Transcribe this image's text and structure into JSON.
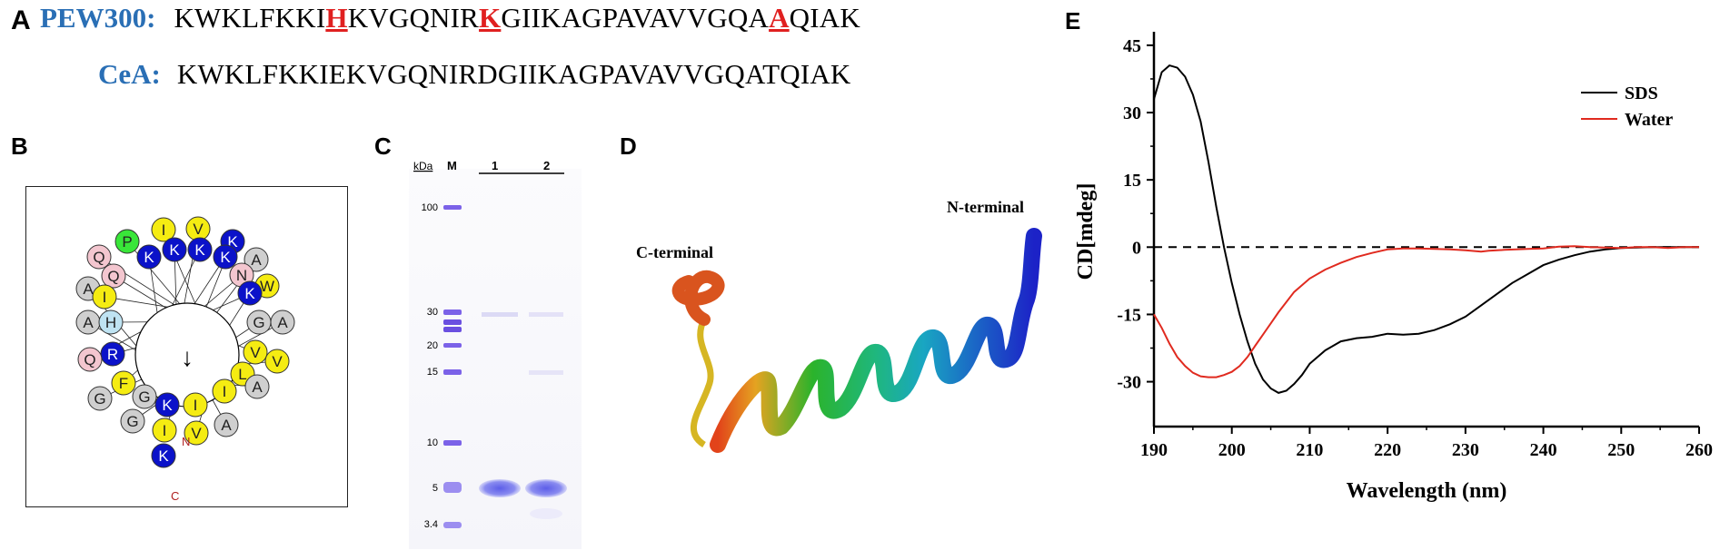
{
  "panelA": {
    "label": "A",
    "rows": [
      {
        "name": "PEW300:",
        "segments": [
          {
            "text": "KWKLFKKI",
            "mut": false
          },
          {
            "text": "H",
            "mut": true
          },
          {
            "text": "KVGQNIR",
            "mut": false
          },
          {
            "text": "K",
            "mut": true
          },
          {
            "text": "GIIKAGPAVAVVGQA",
            "mut": false
          },
          {
            "text": "A",
            "mut": true
          },
          {
            "text": "QIAK",
            "mut": false
          }
        ]
      },
      {
        "name": "CeA:",
        "segments": [
          {
            "text": "KWKLFKKIEKVGQNIRDGIIKAGPAVAVVGQATQIAK",
            "mut": false
          }
        ]
      }
    ]
  },
  "panelB": {
    "label": "B",
    "center_symbol": "↓",
    "n_marker": "N",
    "c_marker": "C",
    "residues": [
      {
        "aa": "P",
        "color": "#39e639"
      },
      {
        "aa": "I",
        "color": "#f5ec12"
      },
      {
        "aa": "V",
        "color": "#f5ec12"
      },
      {
        "aa": "K",
        "color": "#0b12c9"
      },
      {
        "aa": "Q",
        "color": "#f3c6cf"
      },
      {
        "aa": "K",
        "color": "#0b12c9"
      },
      {
        "aa": "K",
        "color": "#0b12c9"
      },
      {
        "aa": "K",
        "color": "#0b12c9"
      },
      {
        "aa": "K",
        "color": "#0b12c9"
      },
      {
        "aa": "A",
        "color": "#cfcfcf"
      },
      {
        "aa": "Q",
        "color": "#f3c6cf"
      },
      {
        "aa": "N",
        "color": "#f3c6cf"
      },
      {
        "aa": "A",
        "color": "#cfcfcf"
      },
      {
        "aa": "I",
        "color": "#f5ec12"
      },
      {
        "aa": "W",
        "color": "#f5ec12"
      },
      {
        "aa": "K",
        "color": "#0b12c9"
      },
      {
        "aa": "A",
        "color": "#cfcfcf"
      },
      {
        "aa": "H",
        "color": "#bfe3f2"
      },
      {
        "aa": "G",
        "color": "#cfcfcf"
      },
      {
        "aa": "A",
        "color": "#cfcfcf"
      },
      {
        "aa": "V",
        "color": "#f5ec12"
      },
      {
        "aa": "R",
        "color": "#0b12c9"
      },
      {
        "aa": "V",
        "color": "#f5ec12"
      },
      {
        "aa": "Q",
        "color": "#f3c6cf"
      },
      {
        "aa": "L",
        "color": "#f5ec12"
      },
      {
        "aa": "F",
        "color": "#f5ec12"
      },
      {
        "aa": "A",
        "color": "#cfcfcf"
      },
      {
        "aa": "I",
        "color": "#f5ec12"
      },
      {
        "aa": "G",
        "color": "#cfcfcf"
      },
      {
        "aa": "G",
        "color": "#cfcfcf"
      },
      {
        "aa": "K",
        "color": "#0b12c9"
      },
      {
        "aa": "I",
        "color": "#f5ec12"
      },
      {
        "aa": "G",
        "color": "#cfcfcf"
      },
      {
        "aa": "A",
        "color": "#cfcfcf"
      },
      {
        "aa": "I",
        "color": "#f5ec12"
      },
      {
        "aa": "V",
        "color": "#f5ec12"
      },
      {
        "aa": "K",
        "color": "#0b12c9"
      }
    ]
  },
  "panelC": {
    "label": "C",
    "header": {
      "unit": "kDa",
      "marker": "M",
      "lane1": "1",
      "lane2": "2"
    },
    "ladder": [
      "100",
      "30",
      "20",
      "15",
      "10",
      "5",
      "3.4"
    ]
  },
  "panelD": {
    "label": "D",
    "c_terminal": "C-terminal",
    "n_terminal": "N-terminal"
  },
  "panelE": {
    "label": "E",
    "chart_data": {
      "type": "line",
      "xlabel": "Wavelength (nm)",
      "ylabel": "CD[mdeg]",
      "xlim": [
        190,
        260
      ],
      "ylim": [
        -40,
        47
      ],
      "xticks": [
        190,
        200,
        210,
        220,
        230,
        240,
        250,
        260
      ],
      "yticks": [
        -30,
        -15,
        0,
        15,
        30,
        45
      ],
      "legend_position": "top-right",
      "zero_line": "dashed",
      "series": [
        {
          "name": "SDS",
          "color": "#000000",
          "points": [
            [
              190,
              33
            ],
            [
              191,
              39
            ],
            [
              192,
              40.5
            ],
            [
              193,
              40
            ],
            [
              194,
              38
            ],
            [
              195,
              34
            ],
            [
              196,
              28
            ],
            [
              197,
              19
            ],
            [
              198,
              9
            ],
            [
              199,
              0
            ],
            [
              200,
              -8
            ],
            [
              201,
              -15
            ],
            [
              202,
              -21
            ],
            [
              203,
              -26
            ],
            [
              204,
              -29.5
            ],
            [
              205,
              -31.5
            ],
            [
              206,
              -32.5
            ],
            [
              207,
              -32
            ],
            [
              208,
              -30.5
            ],
            [
              209,
              -28.5
            ],
            [
              210,
              -26
            ],
            [
              212,
              -23
            ],
            [
              214,
              -21
            ],
            [
              216,
              -20.3
            ],
            [
              218,
              -20
            ],
            [
              220,
              -19.3
            ],
            [
              222,
              -19.5
            ],
            [
              224,
              -19.3
            ],
            [
              226,
              -18.5
            ],
            [
              228,
              -17.2
            ],
            [
              230,
              -15.5
            ],
            [
              232,
              -13
            ],
            [
              234,
              -10.5
            ],
            [
              236,
              -8
            ],
            [
              238,
              -6
            ],
            [
              240,
              -4
            ],
            [
              242,
              -2.8
            ],
            [
              244,
              -1.8
            ],
            [
              246,
              -1
            ],
            [
              248,
              -0.5
            ],
            [
              250,
              -0.2
            ],
            [
              252,
              -0.1
            ],
            [
              254,
              0
            ],
            [
              256,
              0
            ],
            [
              258,
              0
            ],
            [
              260,
              0
            ]
          ]
        },
        {
          "name": "Water",
          "color": "#e02a1f",
          "points": [
            [
              190,
              -15
            ],
            [
              191,
              -18
            ],
            [
              192,
              -21.5
            ],
            [
              193,
              -24.5
            ],
            [
              194,
              -26.5
            ],
            [
              195,
              -28
            ],
            [
              196,
              -28.8
            ],
            [
              197,
              -29
            ],
            [
              198,
              -29
            ],
            [
              199,
              -28.5
            ],
            [
              200,
              -27.8
            ],
            [
              201,
              -26.5
            ],
            [
              202,
              -24.5
            ],
            [
              203,
              -22
            ],
            [
              204,
              -19.5
            ],
            [
              205,
              -17
            ],
            [
              206,
              -14.5
            ],
            [
              208,
              -10
            ],
            [
              210,
              -7
            ],
            [
              212,
              -5
            ],
            [
              214,
              -3.5
            ],
            [
              216,
              -2.2
            ],
            [
              218,
              -1.3
            ],
            [
              220,
              -0.5
            ],
            [
              222,
              -0.3
            ],
            [
              224,
              -0.3
            ],
            [
              226,
              -0.4
            ],
            [
              228,
              -0.5
            ],
            [
              230,
              -0.7
            ],
            [
              232,
              -1
            ],
            [
              233,
              -0.8
            ],
            [
              235,
              -0.6
            ],
            [
              238,
              -0.4
            ],
            [
              240,
              -0.3
            ],
            [
              242,
              0.1
            ],
            [
              244,
              0.2
            ],
            [
              246,
              0
            ],
            [
              248,
              -0.1
            ],
            [
              250,
              -0.2
            ],
            [
              252,
              0
            ],
            [
              254,
              0
            ],
            [
              256,
              -0.2
            ],
            [
              258,
              0
            ],
            [
              260,
              0
            ]
          ]
        }
      ]
    }
  }
}
